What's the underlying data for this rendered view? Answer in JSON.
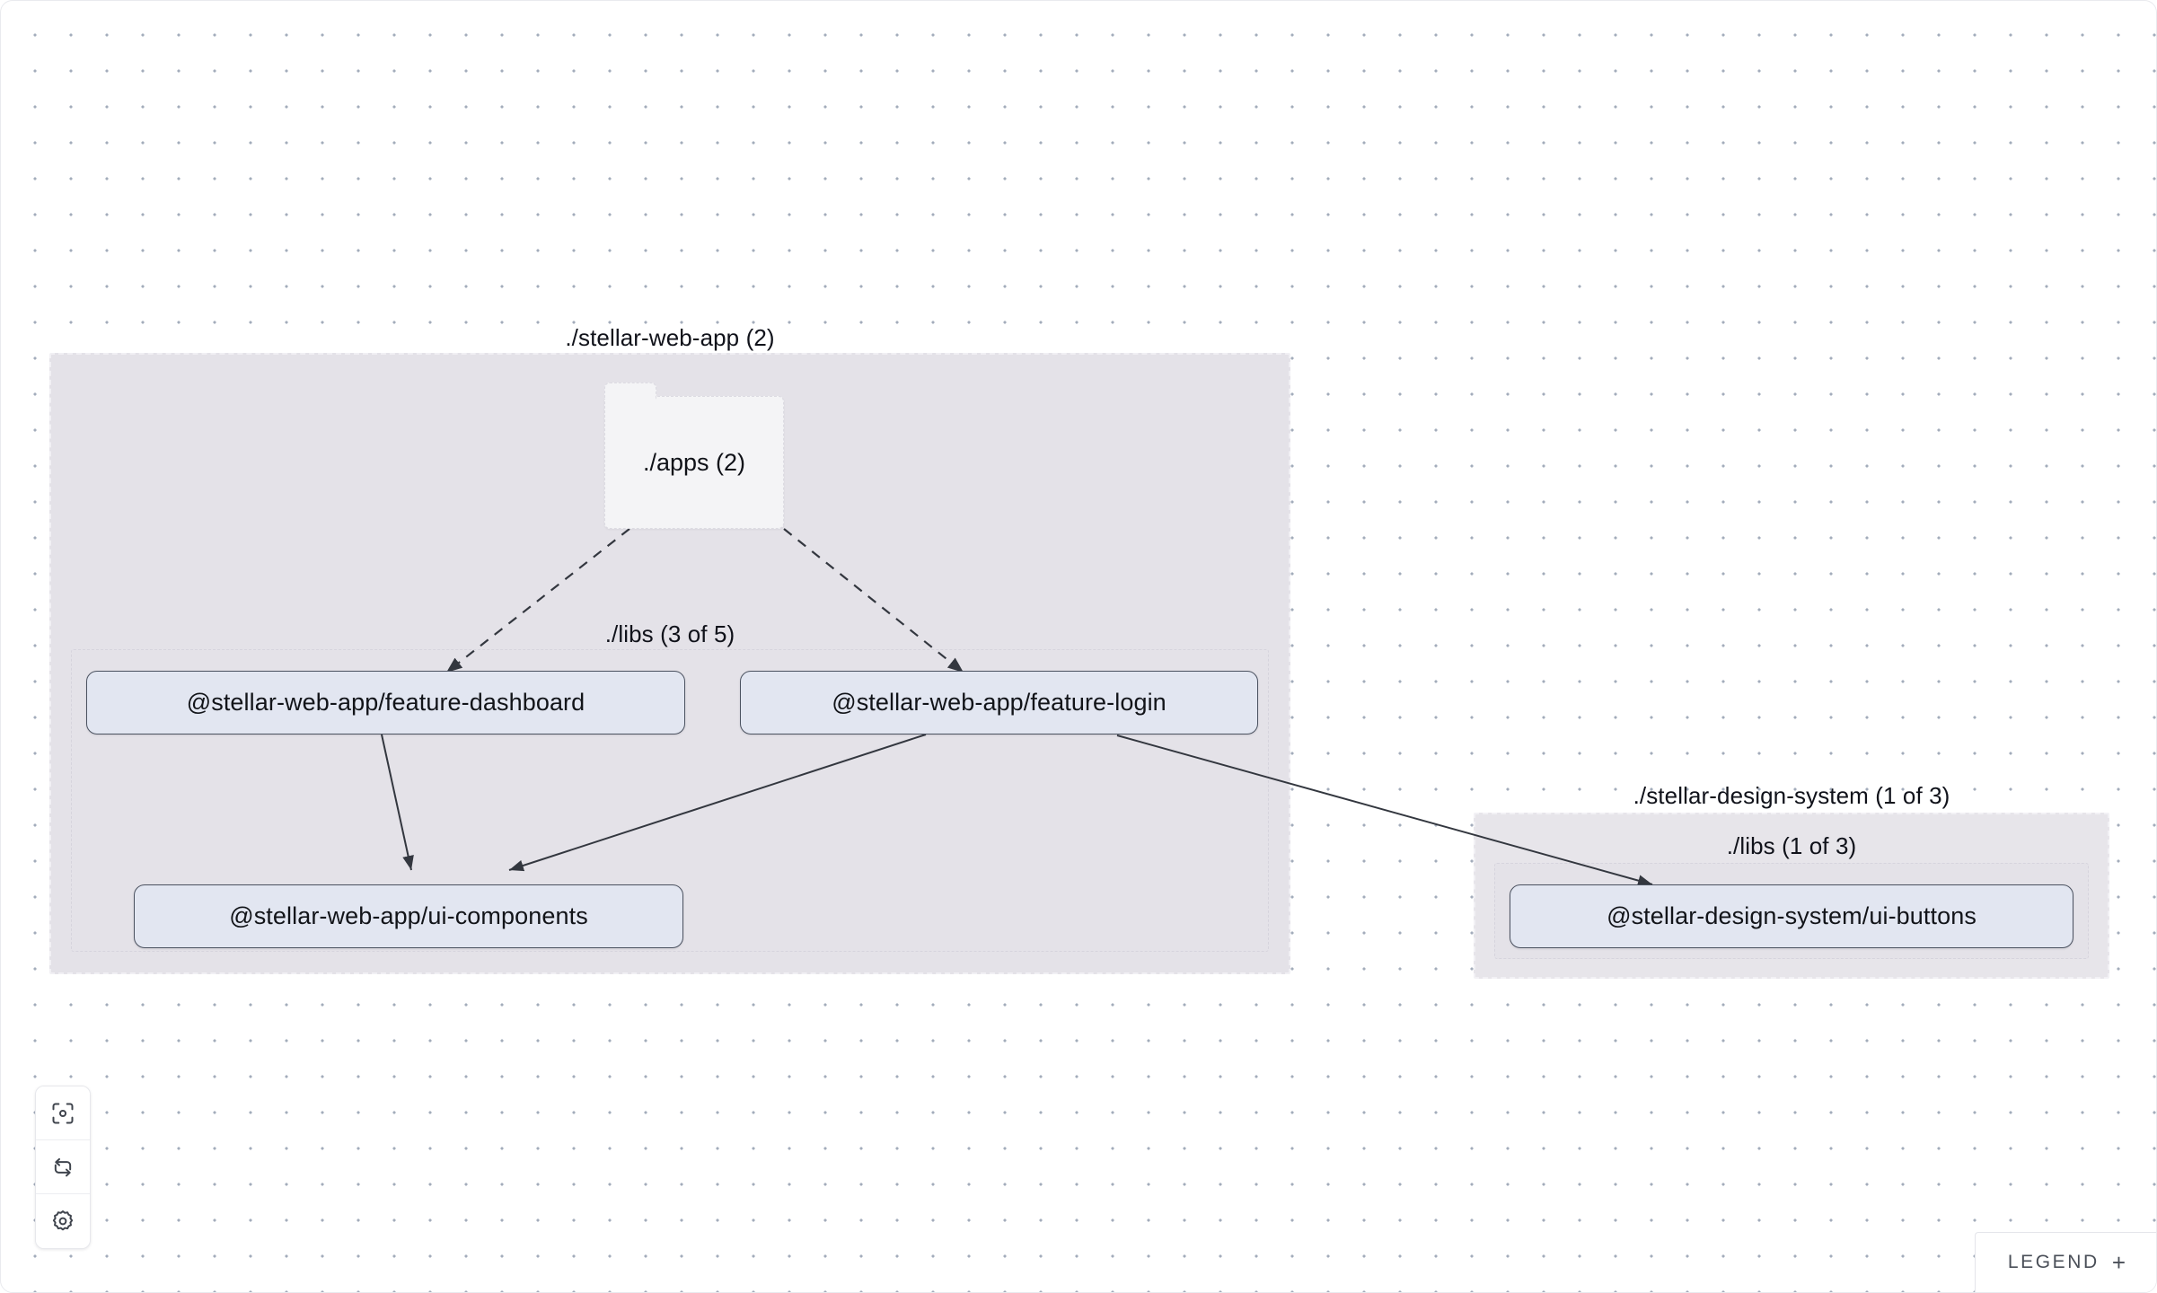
{
  "canvas": {
    "background": "#ffffff",
    "dot_color": "#a3acbb"
  },
  "groups": [
    {
      "id": "stellar-web-app",
      "label": "./stellar-web-app (2)",
      "fill": "#e4e2e8"
    },
    {
      "id": "stellar-web-app-libs",
      "label": "./libs (3 of 5)",
      "fill": "#e4e2e8"
    },
    {
      "id": "stellar-design-system",
      "label": "./stellar-design-system (1 of 3)",
      "fill": "#e7e5ea"
    },
    {
      "id": "stellar-design-system-libs",
      "label": "./libs (1 of 3)",
      "fill": "#e7e5ea"
    }
  ],
  "folder_node": {
    "id": "apps",
    "label": "./apps (2)",
    "fill": "#f4f4f6"
  },
  "nodes": [
    {
      "id": "feature-dashboard",
      "label": "@stellar-web-app/feature-dashboard",
      "fill": "#e2e6f1",
      "border": "#4b5260"
    },
    {
      "id": "feature-login",
      "label": "@stellar-web-app/feature-login",
      "fill": "#e2e6f1",
      "border": "#4b5260"
    },
    {
      "id": "ui-components",
      "label": "@stellar-web-app/ui-components",
      "fill": "#e2e6f1",
      "border": "#4b5260"
    },
    {
      "id": "ui-buttons",
      "label": "@stellar-design-system/ui-buttons",
      "fill": "#e2e6f1",
      "border": "#4b5260"
    }
  ],
  "edges": [
    {
      "from": "apps",
      "to": "feature-dashboard",
      "style": "dashed"
    },
    {
      "from": "apps",
      "to": "feature-login",
      "style": "dashed"
    },
    {
      "from": "feature-dashboard",
      "to": "ui-components",
      "style": "solid"
    },
    {
      "from": "feature-login",
      "to": "ui-components",
      "style": "solid"
    },
    {
      "from": "feature-login",
      "to": "ui-buttons",
      "style": "solid"
    }
  ],
  "controls": [
    {
      "id": "focus",
      "icon": "focus-target-icon",
      "title": "Focus graph"
    },
    {
      "id": "refresh",
      "icon": "refresh-icon",
      "title": "Refresh"
    },
    {
      "id": "settings",
      "icon": "gear-icon",
      "title": "Settings"
    }
  ],
  "legend": {
    "label": "LEGEND",
    "expand_symbol": "+"
  }
}
